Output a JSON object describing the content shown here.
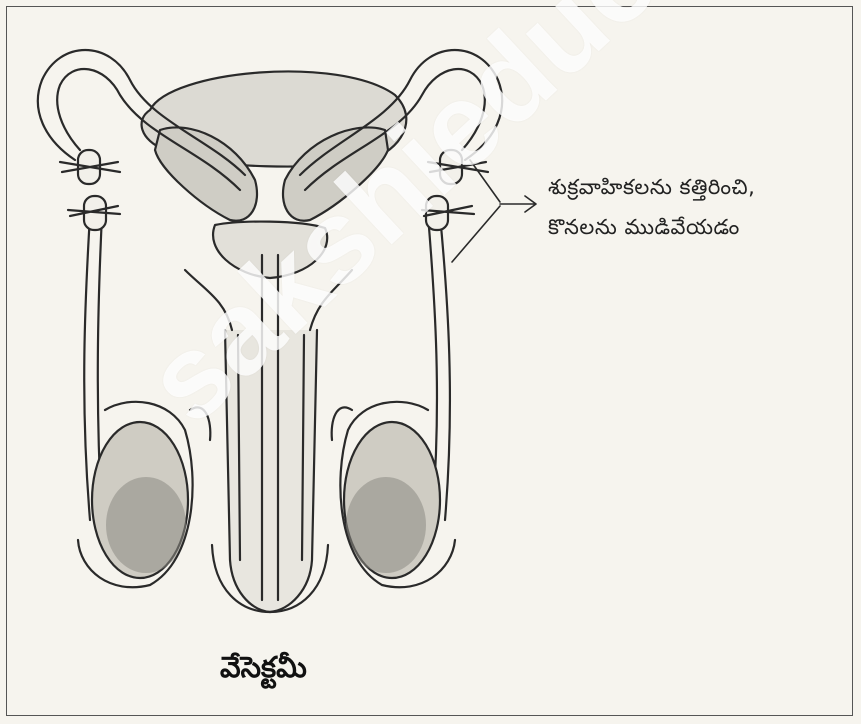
{
  "annotation": {
    "line1": "శుక్రవాహికలను కత్తిరించి,",
    "line2": "కొనలను ముడివేయడం"
  },
  "caption": "వేసెక్టమీ",
  "watermark": "sakshieduca"
}
